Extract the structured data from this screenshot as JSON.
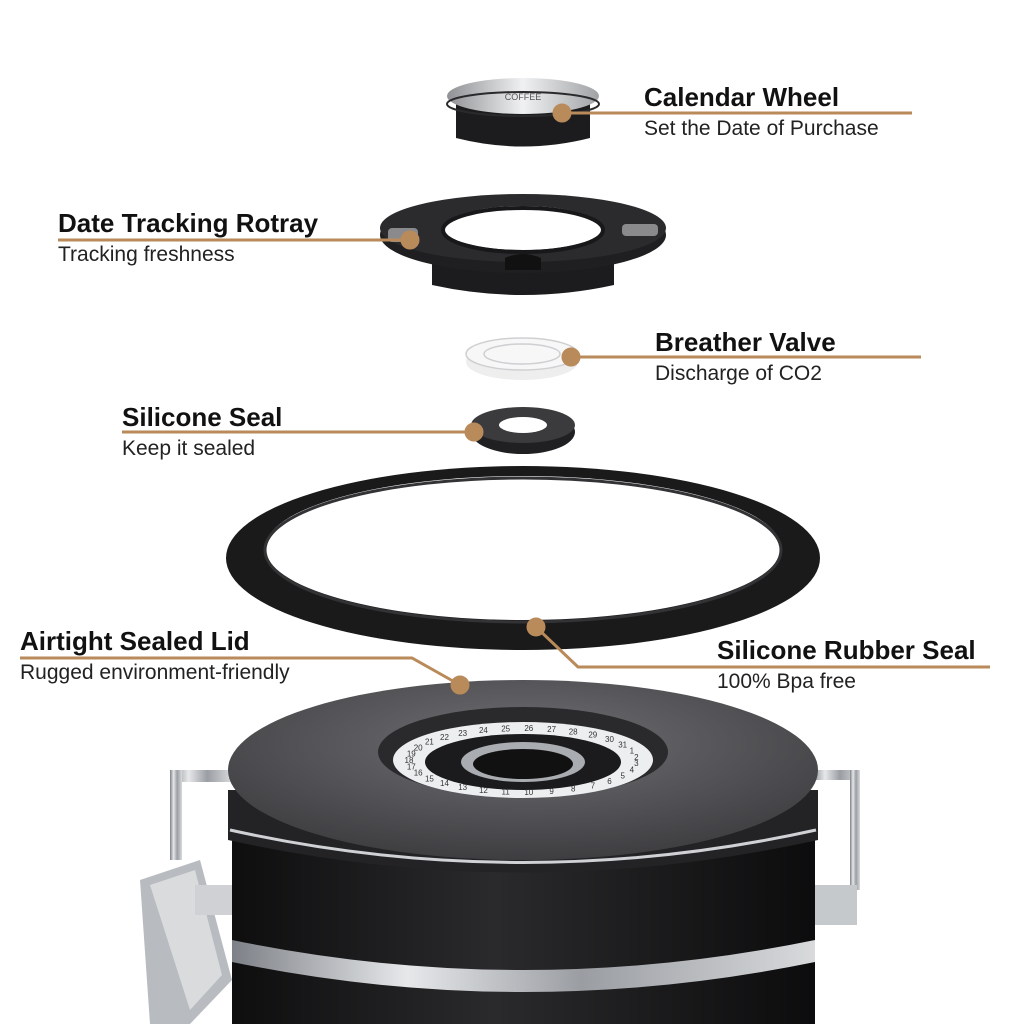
{
  "colors": {
    "leader": "#b98a5a",
    "component_dark": "#1c1c1e",
    "component_gray": "#5b5b5e",
    "steel": "#b9bcc0",
    "background": "#ffffff"
  },
  "callouts": [
    {
      "title": "Calendar Wheel",
      "subtitle": "Set the Date of Purchase"
    },
    {
      "title": "Date Tracking Rotray",
      "subtitle": "Tracking freshness"
    },
    {
      "title": "Breather Valve",
      "subtitle": "Discharge of CO2"
    },
    {
      "title": "Silicone Seal",
      "subtitle": "Keep it sealed"
    },
    {
      "title": "Airtight Sealed Lid",
      "subtitle": "Rugged environment-friendly"
    },
    {
      "title": "Silicone Rubber Seal",
      "subtitle": "100% Bpa free"
    }
  ],
  "calendar_wheel_text": "COFFEE",
  "dial_numbers": [
    "18",
    "19",
    "20",
    "21",
    "22",
    "23",
    "24",
    "25",
    "26",
    "27",
    "28",
    "29",
    "30",
    "31",
    "1",
    "2",
    "3",
    "4",
    "5",
    "6",
    "7",
    "8",
    "9",
    "10",
    "11",
    "12",
    "13",
    "14",
    "15",
    "16",
    "17"
  ],
  "icons": {
    "calendar_wheel": "calendar-wheel-part",
    "rotary": "date-tracking-rotary-part",
    "valve": "breather-valve-part",
    "seal": "silicone-seal-ring",
    "gasket": "silicone-rubber-gasket",
    "canister": "coffee-canister-with-lid"
  }
}
